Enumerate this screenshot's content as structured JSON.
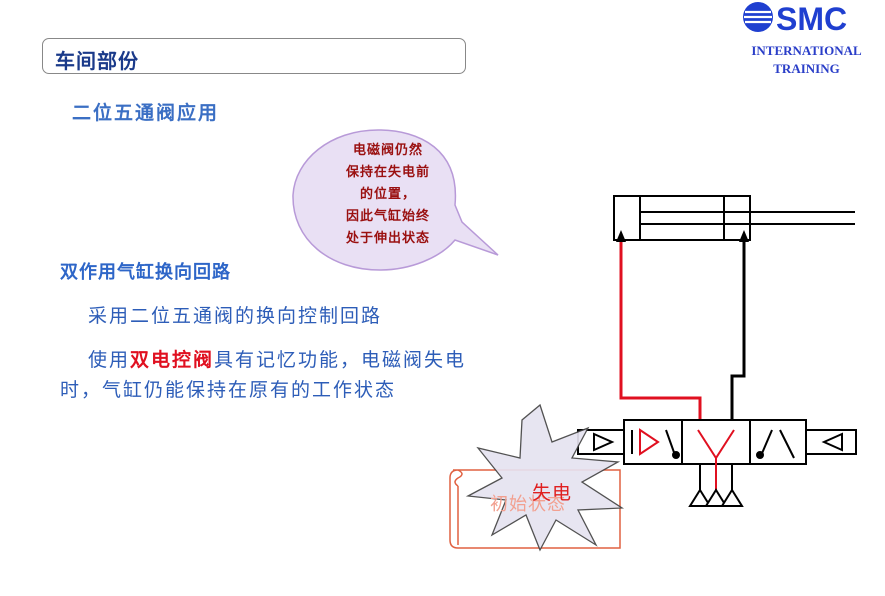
{
  "header": {
    "section_label": "车间部份",
    "brand": "SMC",
    "brand_line1": "INTERNATIONAL",
    "brand_line2": "TRAINING"
  },
  "main": {
    "sub_title": "二位五通阀应用",
    "heading": "双作用气缸换向回路",
    "paragraph1": "采用二位五通阀的换向控制回路",
    "paragraph2_prefix": "使用",
    "paragraph2_highlight": "双电控阀",
    "paragraph2_rest": "具有记忆功能，电磁阀失电时，气缸仍能保持在原有的工作状态"
  },
  "callout": {
    "line1": "电磁阀仍然",
    "line2": "保持在失电前",
    "line3": "的位置，",
    "line4": "因此气缸始终",
    "line5": "处于伸出状态"
  },
  "burst": {
    "label_back": "初始状态",
    "label_front": "失电"
  },
  "colors": {
    "brand_blue": "#1f3fd0",
    "text_blue": "#2d5db8",
    "highlight_red": "#e01020",
    "pipe_red": "#e01020",
    "bubble_fill": "#e9e0f4",
    "burst_fill": "#e6e3f0",
    "scroll_stroke": "#e06040"
  }
}
